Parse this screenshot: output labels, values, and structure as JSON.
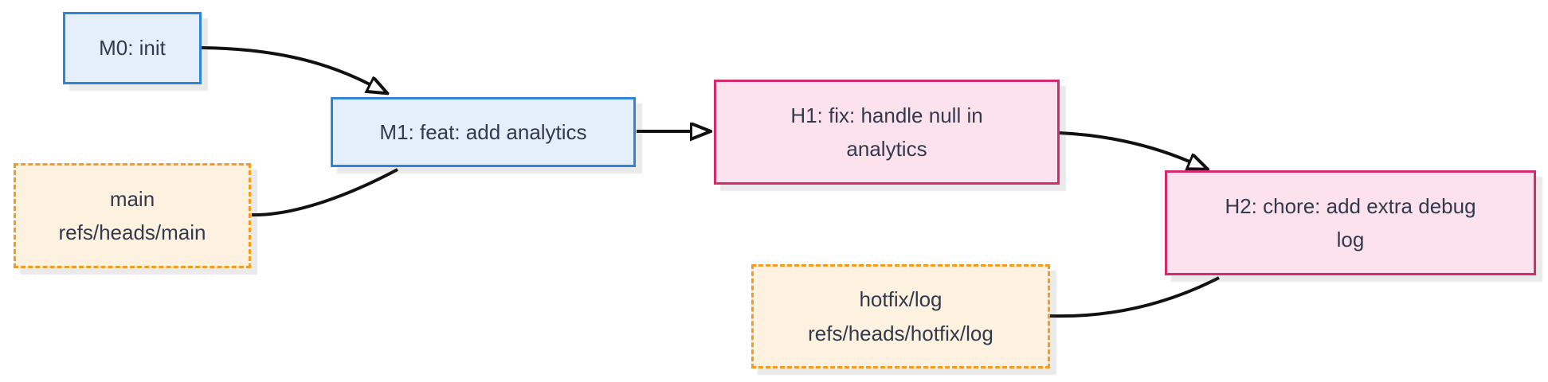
{
  "diagram": {
    "type": "git-commit-graph",
    "background_color": "#ffffff",
    "text_color": "#343a4e",
    "edge_color": "#111111",
    "nodes": [
      {
        "id": "m0",
        "kind": "commit-main",
        "line1": "M0: init",
        "line2": "",
        "fill": "#e4effb",
        "border": "#2f86d8",
        "border_style": "solid"
      },
      {
        "id": "main",
        "kind": "branch-label",
        "line1": "main",
        "line2": "refs/heads/main",
        "fill": "#fdf2df",
        "border": "#f59c20",
        "border_style": "dashed"
      },
      {
        "id": "m1",
        "kind": "commit-main",
        "line1": "M1: feat: add analytics",
        "line2": "",
        "fill": "#e4effb",
        "border": "#2f86d8",
        "border_style": "solid"
      },
      {
        "id": "h1",
        "kind": "commit-hotfix",
        "line1": "H1: fix: handle null in",
        "line2": "analytics",
        "fill": "#fbe2ed",
        "border": "#d62a6e",
        "border_style": "solid"
      },
      {
        "id": "hotfix",
        "kind": "branch-label",
        "line1": "hotfix/log",
        "line2": "refs/heads/hotfix/log",
        "fill": "#fdf2df",
        "border": "#f59c20",
        "border_style": "dashed"
      },
      {
        "id": "h2",
        "kind": "commit-hotfix",
        "line1": "H2: chore: add extra debug",
        "line2": "log",
        "fill": "#fbe2ed",
        "border": "#d62a6e",
        "border_style": "solid"
      }
    ],
    "edges": [
      {
        "from": "m0",
        "to": "m1",
        "arrowhead": true
      },
      {
        "from": "main",
        "to": "m1",
        "arrowhead": false
      },
      {
        "from": "m1",
        "to": "h1",
        "arrowhead": true
      },
      {
        "from": "h1",
        "to": "h2",
        "arrowhead": true
      },
      {
        "from": "hotfix",
        "to": "h2",
        "arrowhead": false
      }
    ]
  }
}
